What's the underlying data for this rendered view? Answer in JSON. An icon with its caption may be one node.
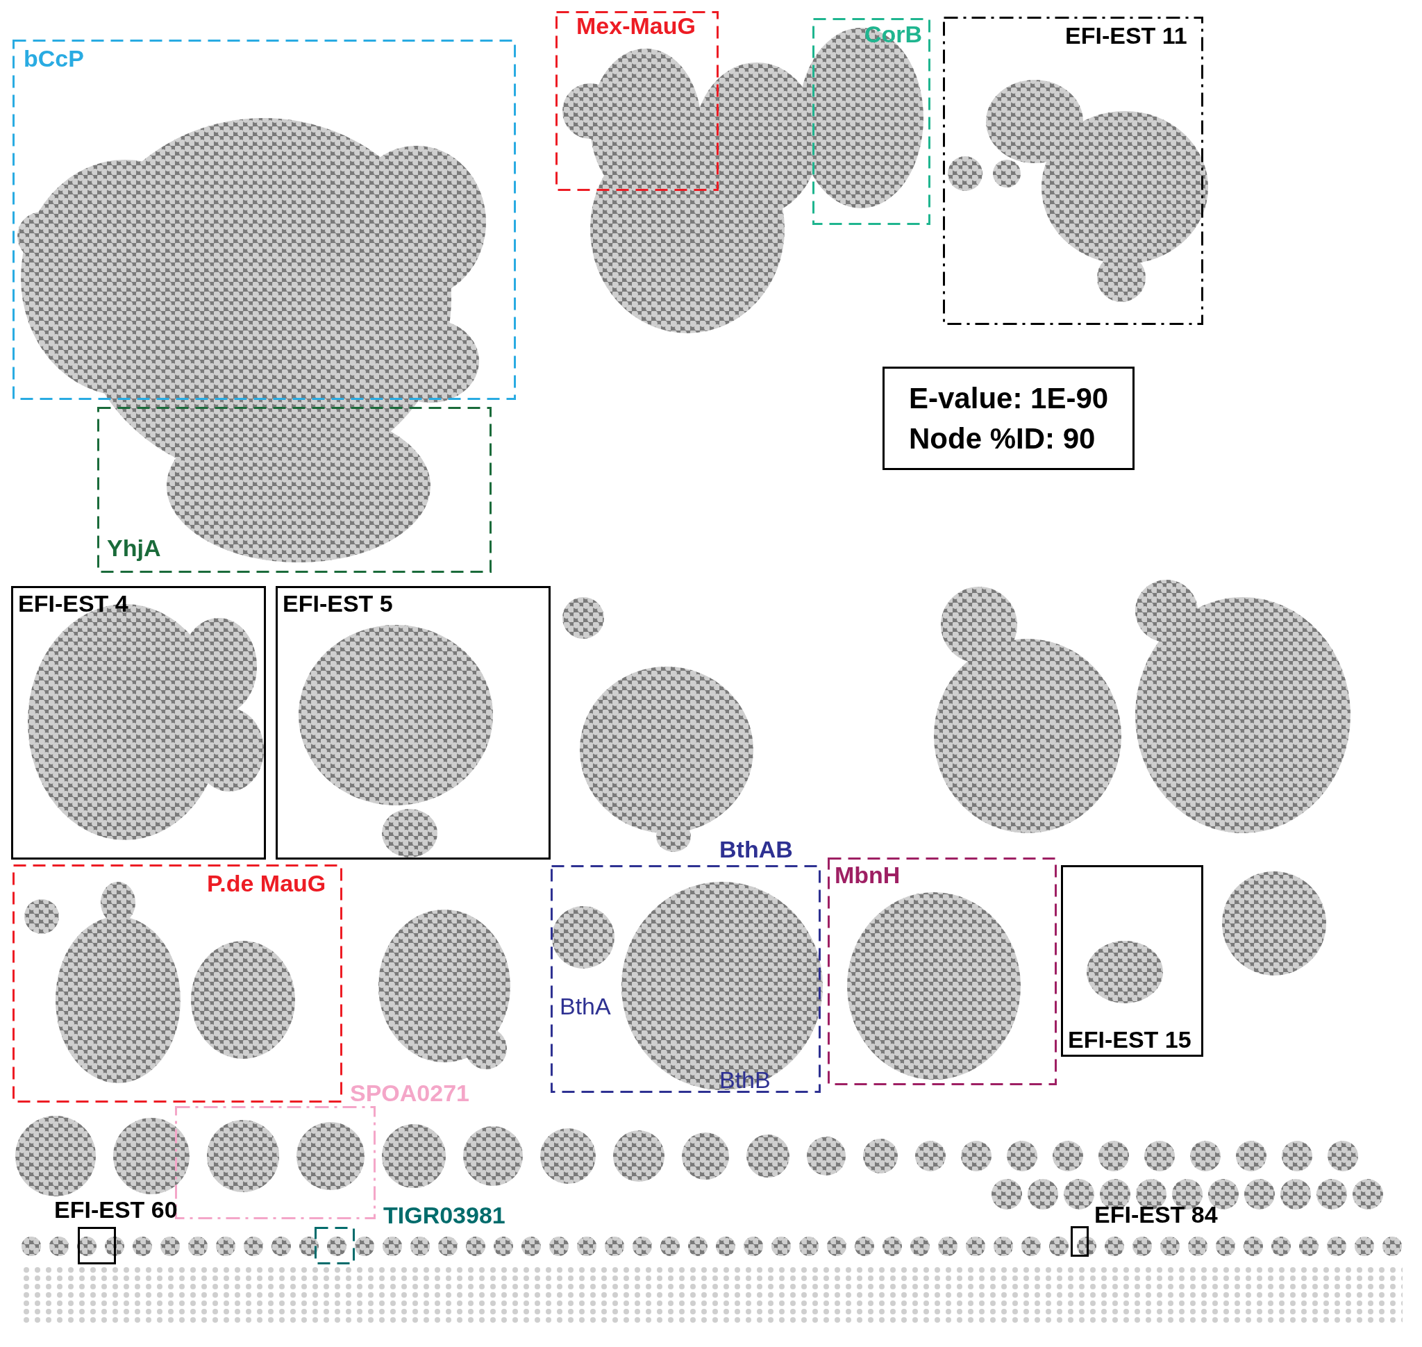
{
  "diagram": {
    "nodes": [
      {
        "text": [
          "bCcP"
        ]
      },
      {
        "text": [
          "Mex-MauG"
        ]
      },
      {
        "text": [
          "CorB"
        ]
      },
      {
        "text": [
          "EFI-EST 11"
        ]
      },
      {
        "text": [
          "YhjA"
        ]
      },
      {
        "text": [
          "EFI-EST 4"
        ]
      },
      {
        "text": [
          "EFI-EST 5"
        ]
      },
      {
        "text": [
          "P.de MauG"
        ]
      },
      {
        "text": [
          "BthAB"
        ]
      },
      {
        "text": [
          "MbnH"
        ]
      },
      {
        "text": [
          "EFI-EST 15"
        ]
      },
      {
        "text": [
          "SPOA0271"
        ]
      },
      {
        "text": [
          "EFI-EST 60"
        ]
      },
      {
        "text": [
          "TIGR03981"
        ]
      },
      {
        "text": [
          "EFI-EST 84"
        ]
      },
      {
        "text": [
          "E-value: 1E-90",
          "Node %ID: 90"
        ]
      }
    ],
    "labels": [
      "BthA",
      "BthB"
    ]
  }
}
